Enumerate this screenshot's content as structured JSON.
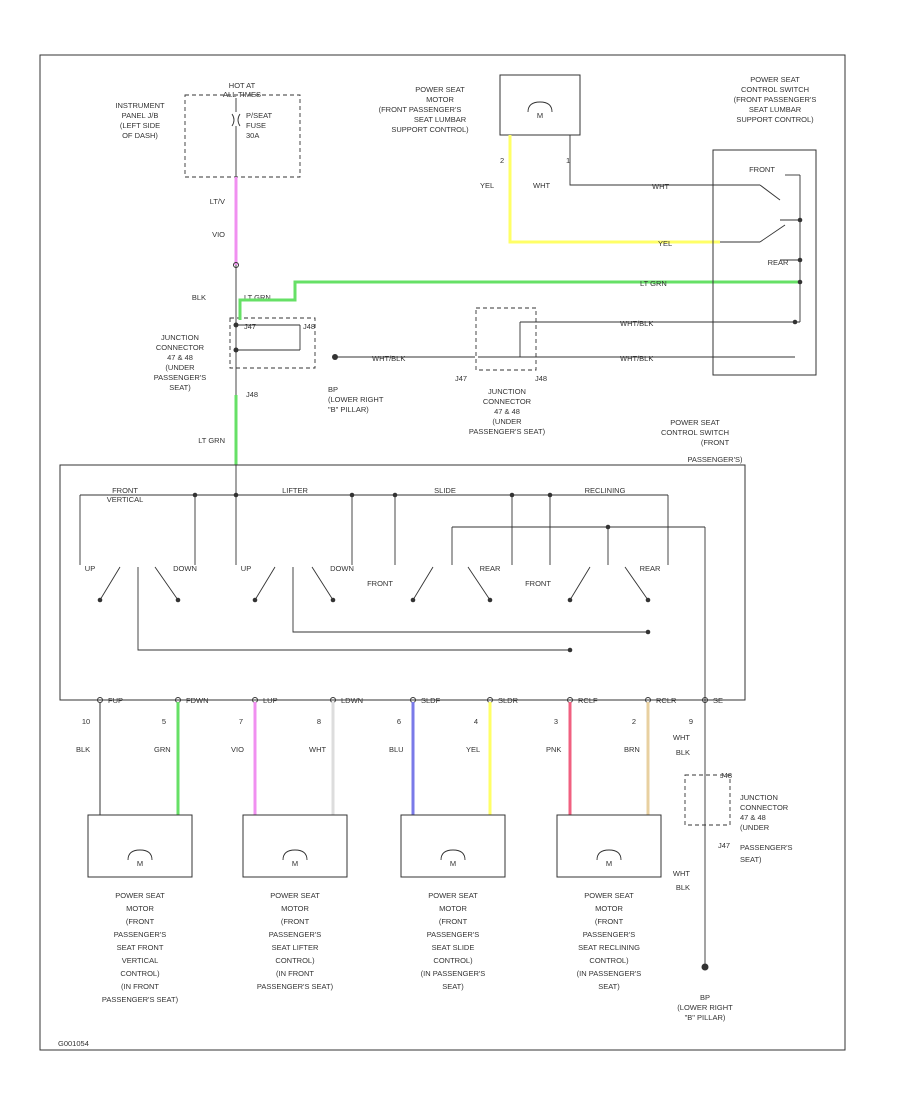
{
  "colors": {
    "LT_GRN": "#66e066",
    "VIO": "#f090f0",
    "YEL": "#ffff66",
    "GRN": "#66e066",
    "BLU": "#7a7ae8",
    "PNK": "#f06080",
    "BRN": "#e8d0a0",
    "WHT": "#dddddd",
    "BLK": "#333333"
  },
  "labels": {
    "hot_at": "HOT AT",
    "all_times": "ALL TIMES",
    "ip_jb": [
      "INSTRUMENT",
      "PANEL J/B",
      "(LEFT SIDE",
      "OF DASH)"
    ],
    "fuse": [
      "P/SEAT",
      "FUSE",
      "30A"
    ],
    "lumbar_motor": [
      "POWER SEAT",
      "MOTOR",
      "(FRONT PASSENGER'S",
      "SEAT LUMBAR",
      "SUPPORT CONTROL)"
    ],
    "lumbar_switch": [
      "POWER SEAT",
      "CONTROL SWITCH",
      "(FRONT PASSENGER'S",
      "SEAT LUMBAR",
      "SUPPORT CONTROL)"
    ],
    "front": "FRONT",
    "rear": "REAR",
    "pin2": "2",
    "pin1": "1",
    "yel": "YEL",
    "wht": "WHT",
    "lt_grn": "LT GRN",
    "wht_blk": "WHT/BLK",
    "ltv": "LT/V",
    "vio": "VIO",
    "blk": "BLK",
    "j47": "J47",
    "j48": "J48",
    "junction_left": [
      "JUNCTION",
      "CONNECTOR",
      "47 & 48",
      "(UNDER",
      "PASSENGER'S",
      "SEAT)"
    ],
    "junction_mid": [
      "JUNCTION",
      "CONNECTOR",
      "47 & 48",
      "(UNDER",
      "PASSENGER'S SEAT)"
    ],
    "ground_bp": [
      "BP",
      "(LOWER RIGHT",
      "\"B\" PILLAR)"
    ],
    "main_switch": [
      "POWER SEAT",
      "CONTROL SWITCH",
      "(FRONT",
      "PASSENGER'S)"
    ],
    "front_vertical": [
      "FRONT",
      "VERTICAL"
    ],
    "lifter": "LIFTER",
    "slide": "SLIDE",
    "reclining": "RECLINING",
    "up": "UP",
    "down": "DOWN",
    "rear_sw": "REAR",
    "front_sw": "FRONT",
    "terminals": [
      "FUP",
      "FDWN",
      "LUP",
      "LDWN",
      "SLDF",
      "SLDR",
      "RCLF",
      "RCLR",
      "SE"
    ],
    "pins": [
      "10",
      "5",
      "7",
      "8",
      "6",
      "4",
      "3",
      "2",
      "9"
    ],
    "wires": [
      "BLK",
      "GRN",
      "VIO",
      "WHT",
      "BLU",
      "YEL",
      "PNK",
      "BRN"
    ],
    "motor_m": "M",
    "motors": [
      [
        "POWER SEAT",
        "MOTOR",
        "(FRONT",
        "PASSENGER'S",
        "SEAT FRONT",
        "VERTICAL",
        "CONTROL)",
        "(IN FRONT",
        "PASSENGER'S SEAT)"
      ],
      [
        "POWER SEAT",
        "MOTOR",
        "(FRONT",
        "PASSENGER'S",
        "SEAT LIFTER",
        "CONTROL)",
        "(IN FRONT",
        "PASSENGER'S SEAT)"
      ],
      [
        "POWER SEAT",
        "MOTOR",
        "(FRONT",
        "PASSENGER'S",
        "SEAT SLIDE",
        "CONTROL)",
        "(IN PASSENGER'S",
        "SEAT)"
      ],
      [
        "POWER SEAT",
        "MOTOR",
        "(FRONT",
        "PASSENGER'S",
        "SEAT RECLINING",
        "CONTROL)",
        "(IN PASSENGER'S",
        "SEAT)"
      ]
    ],
    "footer_code": "G001054"
  }
}
